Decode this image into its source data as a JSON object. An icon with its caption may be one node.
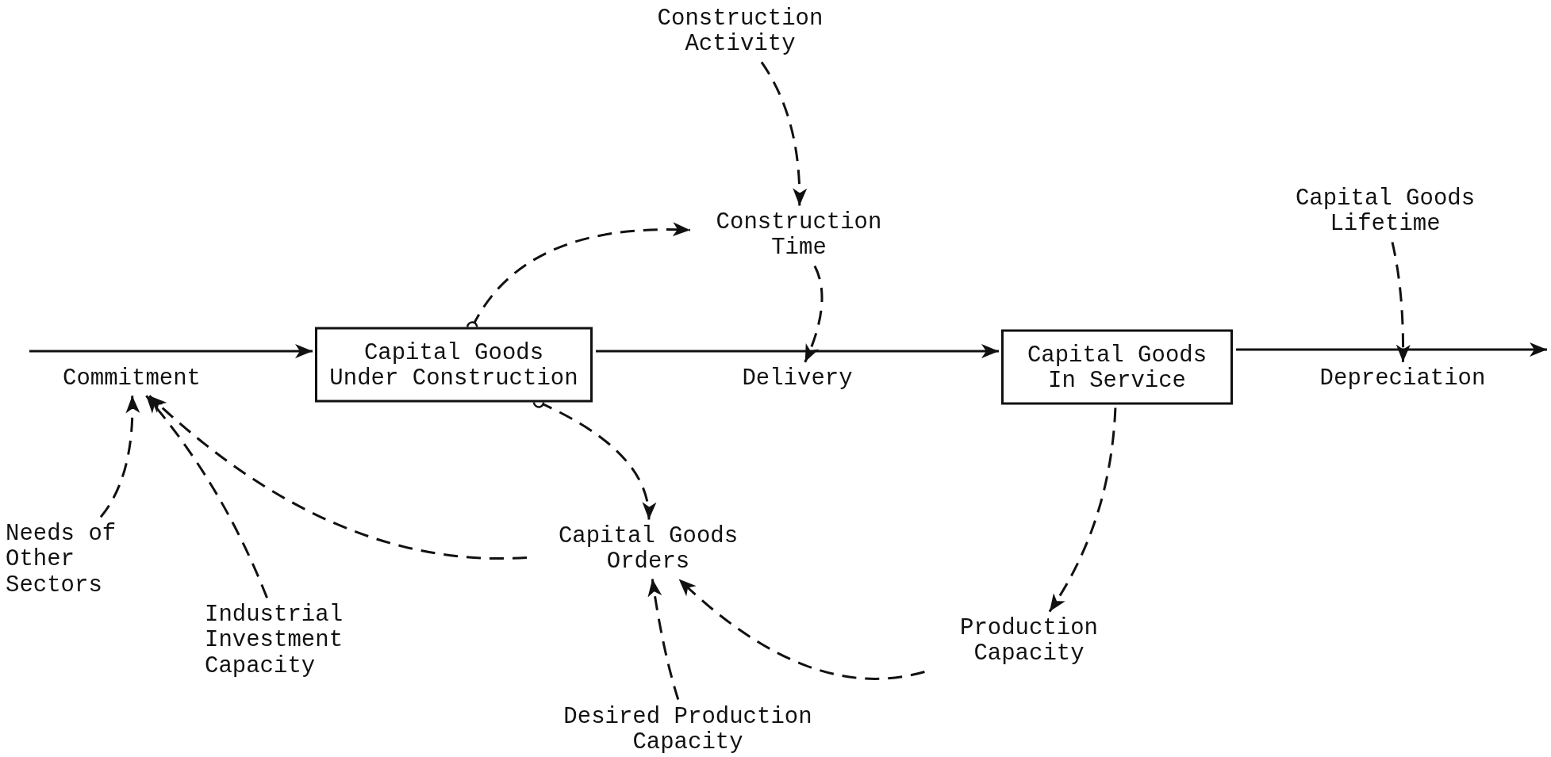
{
  "diagram": {
    "nodes": [
      {
        "text": [
          "Construction Activity"
        ]
      },
      {
        "text": [
          "Construction Time"
        ]
      },
      {
        "text": [
          "Capital Goods Lifetime"
        ]
      },
      {
        "text": [
          "Capital Goods Under Construction"
        ]
      },
      {
        "text": [
          "Commitment"
        ]
      },
      {
        "text": [
          "Delivery"
        ]
      },
      {
        "text": [
          "Capital Goods In Service"
        ]
      },
      {
        "text": [
          "Depreciation"
        ]
      },
      {
        "text": [
          "Needs of Other Sectors"
        ]
      },
      {
        "text": [
          "Capital Goods Orders"
        ]
      },
      {
        "text": [
          "Industrial Investment Capacity"
        ]
      },
      {
        "text": [
          "Production Capacity"
        ]
      },
      {
        "text": [
          "Desired Production Capacity"
        ]
      }
    ],
    "edges": [
      {
        "from": null,
        "to": 3,
        "arrow": "to"
      },
      {
        "from": 3,
        "to": 6,
        "arrow": "to"
      },
      {
        "from": 6,
        "to": null,
        "arrow": "to"
      },
      {
        "from": 0,
        "to": 1,
        "arrow": "to",
        "style": "dashed"
      },
      {
        "from": 3,
        "to": 1,
        "arrow": "to",
        "style": "dashed"
      },
      {
        "from": 1,
        "to": 5,
        "arrow": "to",
        "style": "dashed"
      },
      {
        "from": 2,
        "to": 7,
        "arrow": "to",
        "style": "dashed"
      },
      {
        "from": 3,
        "to": 9,
        "arrow": "to",
        "style": "dashed"
      },
      {
        "from": 9,
        "to": 4,
        "arrow": "to",
        "style": "dashed"
      },
      {
        "from": 8,
        "to": 4,
        "arrow": "to",
        "style": "dashed"
      },
      {
        "from": 10,
        "to": 4,
        "arrow": "to",
        "style": "dashed"
      },
      {
        "from": 6,
        "to": 11,
        "arrow": "to",
        "style": "dashed"
      },
      {
        "from": 11,
        "to": 9,
        "arrow": "to",
        "style": "dashed"
      },
      {
        "from": 12,
        "to": 9,
        "arrow": "to",
        "style": "dashed"
      }
    ]
  }
}
